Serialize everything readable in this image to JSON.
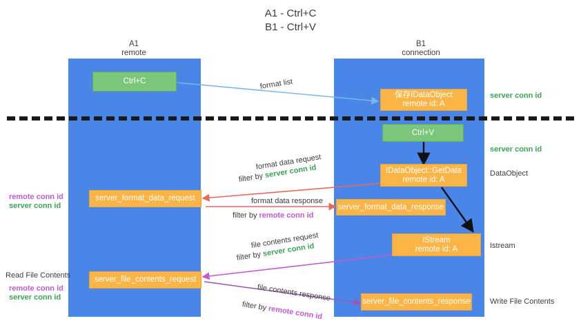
{
  "title": {
    "line1": "A1 - Ctrl+C",
    "line2": "B1 - Ctrl+V"
  },
  "lanes": [
    {
      "id": "a1",
      "name": "A1",
      "sub": "remote",
      "color": "#4a86e8"
    },
    {
      "id": "b1",
      "name": "B1",
      "sub": "connection",
      "color": "#4a86e8"
    }
  ],
  "boxes": {
    "ctrl_c": "Ctrl+C",
    "ctrl_v": "Ctrl+V",
    "save_idataobject_l1": "保存IDataObject",
    "save_idataobject_l2": "remote id: A",
    "getdata_l1": "IDataObject::GetData",
    "getdata_l2": "remote id: A",
    "istream_l1": "IStream",
    "istream_l2": "remote id: A",
    "server_format_data_request": "server_format_data_request",
    "server_format_data_response": "server_format_data_response",
    "server_file_contents_request": "server_file_contents_request",
    "server_file_contents_response": "server_file_contents_response"
  },
  "connectors": {
    "format_list": "format list",
    "format_data_request": "format data request",
    "format_data_request_filter_prefix": "filter by ",
    "format_data_request_filter_value": "server conn id",
    "format_data_response": "format data response",
    "format_data_response_filter_prefix": "filter by ",
    "format_data_response_filter_value": "remote conn id",
    "file_contents_request": "file contents request",
    "file_contents_request_filter_prefix": "filter by ",
    "file_contents_request_filter_value": "server conn id",
    "file_contents_response": "file contents response",
    "file_contents_response_filter_prefix": "filter by ",
    "file_contents_response_filter_value": "remote conn id"
  },
  "notes": {
    "right_server_conn_id_top": "server conn id",
    "right_server_conn_id_mid": "server conn id",
    "right_dataobject": "DataObject",
    "right_istream": "Istream",
    "right_write_file_contents": "Write File Contents",
    "left_remote_conn_id_1": "remote conn id",
    "left_server_conn_id_1": "server conn id",
    "left_read_file_contents": "Read File Contents",
    "left_remote_conn_id_2": "remote conn id",
    "left_server_conn_id_2": "server conn id"
  },
  "colors": {
    "lane": "#4a86e8",
    "green_box": "#7bc67b",
    "orange_box": "#fbb446",
    "green_text": "#3aa655",
    "purple_text": "#c45ad0",
    "arrow_blue": "#7eb3e8",
    "arrow_red": "#e8685a",
    "arrow_magenta": "#c45ad0",
    "arrow_purple": "#9b59b6",
    "arrow_black": "#111111",
    "divider": "#1a1a1a",
    "background": "#ffffff"
  }
}
